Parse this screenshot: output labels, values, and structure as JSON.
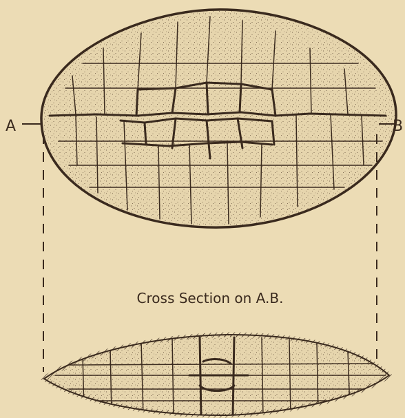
{
  "labels": {
    "point_a": "A",
    "point_b": "B",
    "section_caption": "Cross Section on A.B."
  },
  "colors": {
    "paper": "#ecdcb5",
    "ink": "#3a2a1e",
    "fill": "#e6d5ad"
  }
}
